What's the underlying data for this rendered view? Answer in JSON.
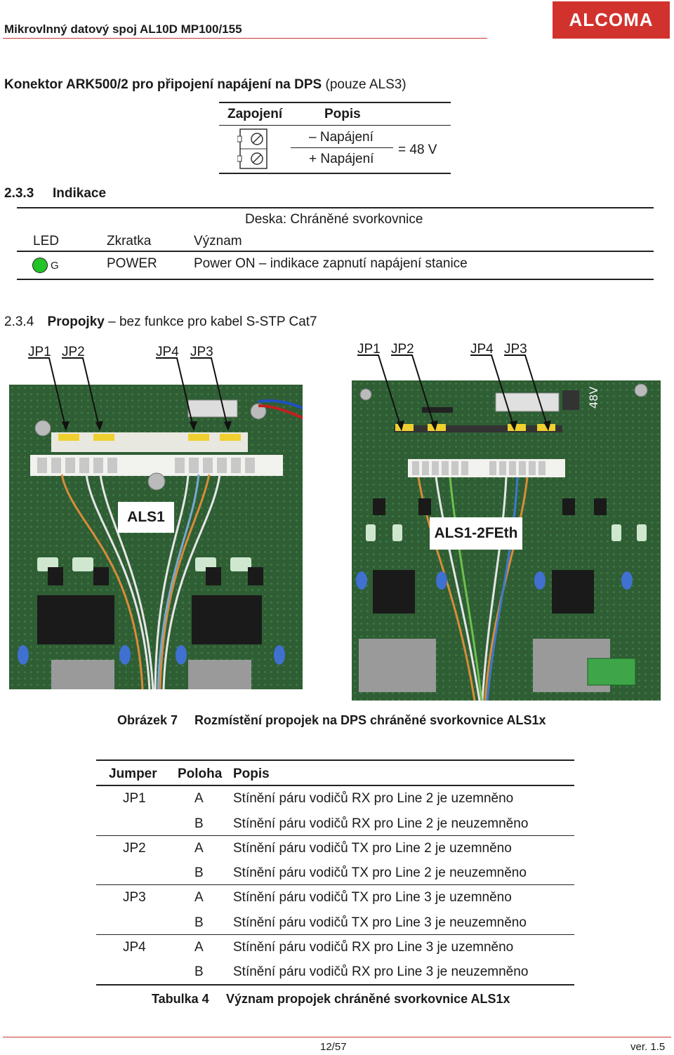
{
  "header": {
    "title": "Mikrovlnný datový spoj AL10D MP100/155",
    "logo": "ALCOMA"
  },
  "connector": {
    "heading_bold": "Konektor ARK500/2 pro připojení napájení na DPS",
    "heading_normal": "(pouze ALS3)",
    "col_zapojeni": "Zapojení",
    "col_popis": "Popis",
    "row_minus": "– Napájení",
    "row_plus": "+ Napájení",
    "voltage": "= 48 V"
  },
  "indikace": {
    "number": "2.3.3",
    "title": "Indikace",
    "deska": "Deska: Chráněné svorkovnice",
    "col_led": "LED",
    "col_zkratka": "Zkratka",
    "col_vyznam": "Význam",
    "led_letter": "G",
    "row_zkratka": "POWER",
    "row_vyznam": "Power ON – indikace zapnutí napájení stanice",
    "led_color": "#22c326"
  },
  "propojky": {
    "number": "2.3.4",
    "title_bold": "Propojky",
    "title_rest": "– bez funkce pro kabel S-STP Cat7"
  },
  "figure": {
    "left_labels": [
      "JP1",
      "JP2",
      "JP4",
      "JP3"
    ],
    "right_labels": [
      "JP1",
      "JP2",
      "JP4",
      "JP3"
    ],
    "left_board": "ALS1",
    "right_board": "ALS1-2FEth",
    "caption_num": "Obrázek 7",
    "caption_text": "Rozmístění propojek na DPS chráněné svorkovnice ALS1x"
  },
  "jumpers": {
    "col_jumper": "Jumper",
    "col_poloha": "Poloha",
    "col_popis": "Popis",
    "rows": [
      {
        "jumper": "JP1",
        "poloha": "A",
        "popis": "Stínění páru vodičů RX pro Line 2 je uzemněno"
      },
      {
        "jumper": "",
        "poloha": "B",
        "popis": "Stínění páru vodičů RX pro Line 2 je neuzemněno"
      },
      {
        "jumper": "JP2",
        "poloha": "A",
        "popis": "Stínění páru vodičů TX pro Line 2 je uzemněno"
      },
      {
        "jumper": "",
        "poloha": "B",
        "popis": "Stínění páru vodičů TX pro Line 2 je neuzemněno"
      },
      {
        "jumper": "JP3",
        "poloha": "A",
        "popis": "Stínění páru vodičů TX pro Line 3 je uzemněno"
      },
      {
        "jumper": "",
        "poloha": "B",
        "popis": "Stínění páru vodičů TX pro Line 3 je neuzemněno"
      },
      {
        "jumper": "JP4",
        "poloha": "A",
        "popis": "Stínění páru vodičů RX pro Line 3 je uzemněno"
      },
      {
        "jumper": "",
        "poloha": "B",
        "popis": "Stínění páru vodičů RX pro Line 3 je neuzemněno"
      }
    ],
    "caption_num": "Tabulka 4",
    "caption_text": "Význam propojek chráněné svorkovnice ALS1x"
  },
  "footer": {
    "page": "12/57",
    "version": "ver. 1.5"
  }
}
